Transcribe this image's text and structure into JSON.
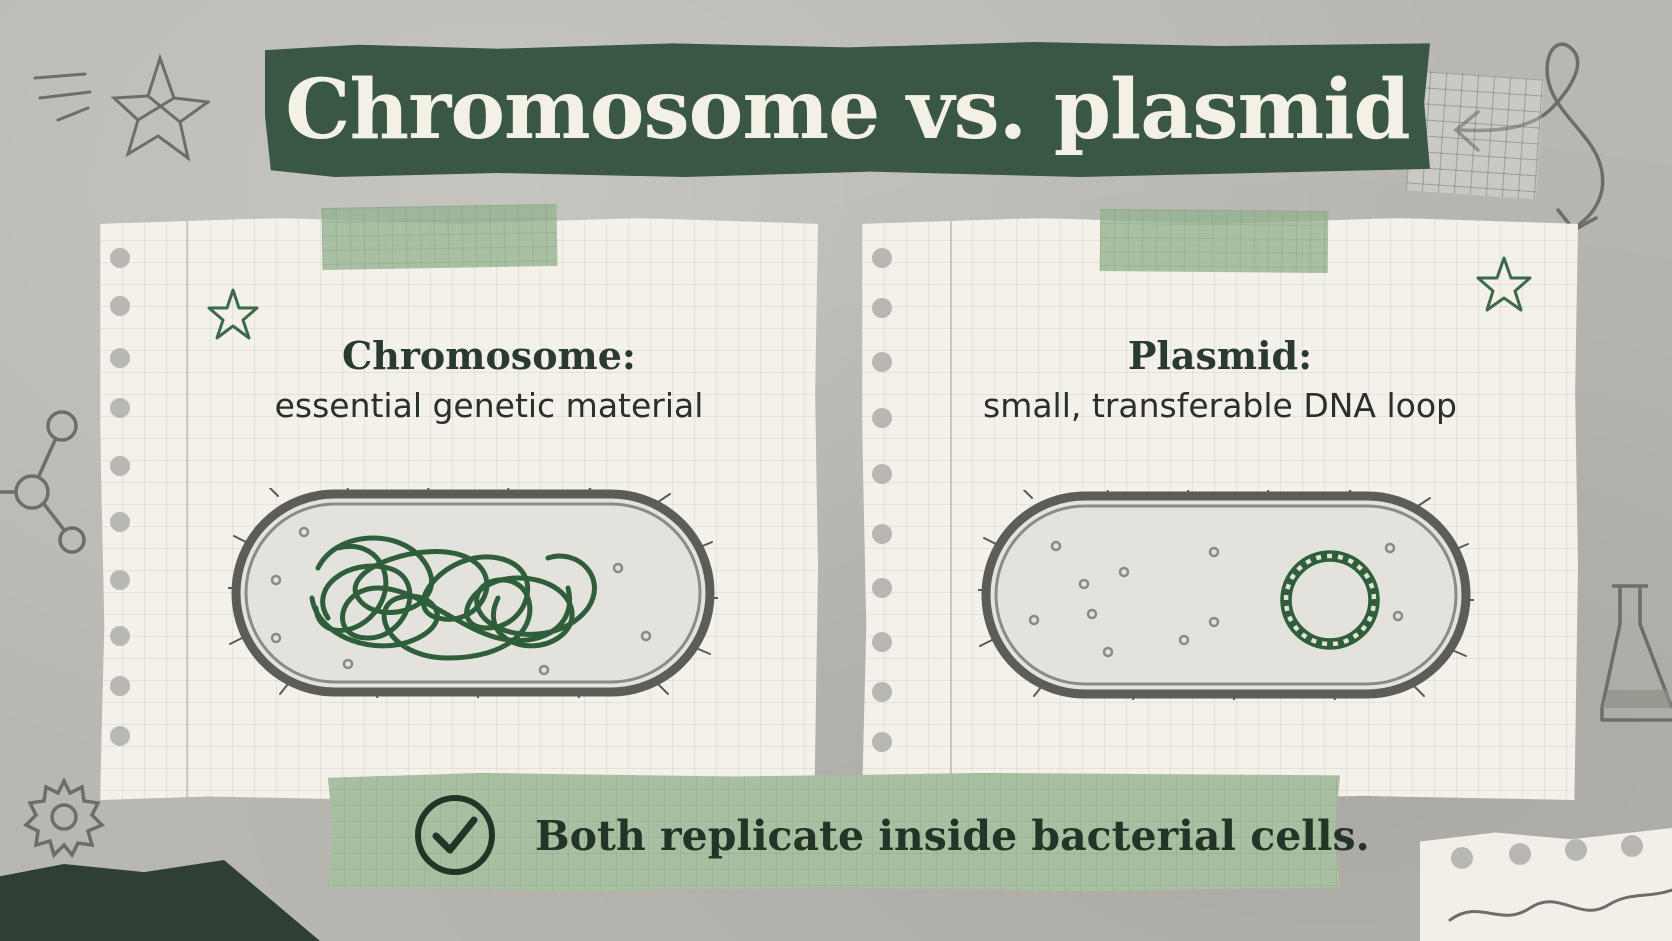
{
  "title": "Chromosome vs. plasmid",
  "panels": {
    "chromosome": {
      "heading": "Chromosome:",
      "description": "essential genetic material"
    },
    "plasmid": {
      "heading": "Plasmid:",
      "description": "small, transferable DNA loop"
    }
  },
  "footer": {
    "statement": "Both replicate inside bacterial cells."
  },
  "colors": {
    "banner_dark_green": "#3a5645",
    "accent_green": "#2f5e3a",
    "tape_green": "#a9bfa1",
    "paper": "#f3f1e9",
    "background": "#b9b7b1"
  },
  "icons": [
    "star-icon",
    "check-icon",
    "gear-icon",
    "molecule-icon",
    "flask-icon",
    "arrow-icon"
  ]
}
